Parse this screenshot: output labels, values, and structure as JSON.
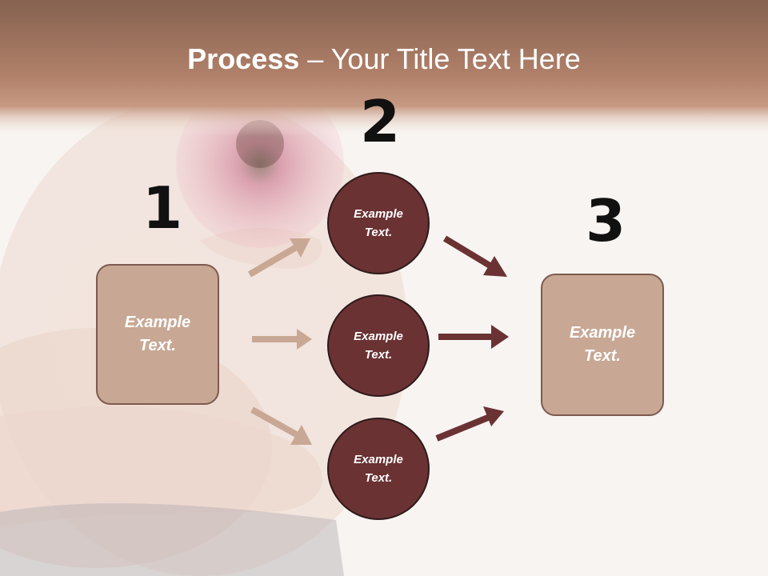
{
  "title": {
    "bold": "Process",
    "rest": " – Your Title Text Here"
  },
  "steps": {
    "one": {
      "number": "1",
      "text": "Example Text."
    },
    "two": {
      "number": "2",
      "items": [
        {
          "text": "Example Text."
        },
        {
          "text": "Example Text."
        },
        {
          "text": "Example Text."
        }
      ]
    },
    "three": {
      "number": "3",
      "text": "Example Text."
    }
  },
  "colors": {
    "header_band": "#9c6f58",
    "box_fill": "#c8a894",
    "box_border": "#7d5a4f",
    "circle_fill": "#6b3233",
    "arrow_light": "#c8a894",
    "arrow_dark": "#6b3233"
  }
}
